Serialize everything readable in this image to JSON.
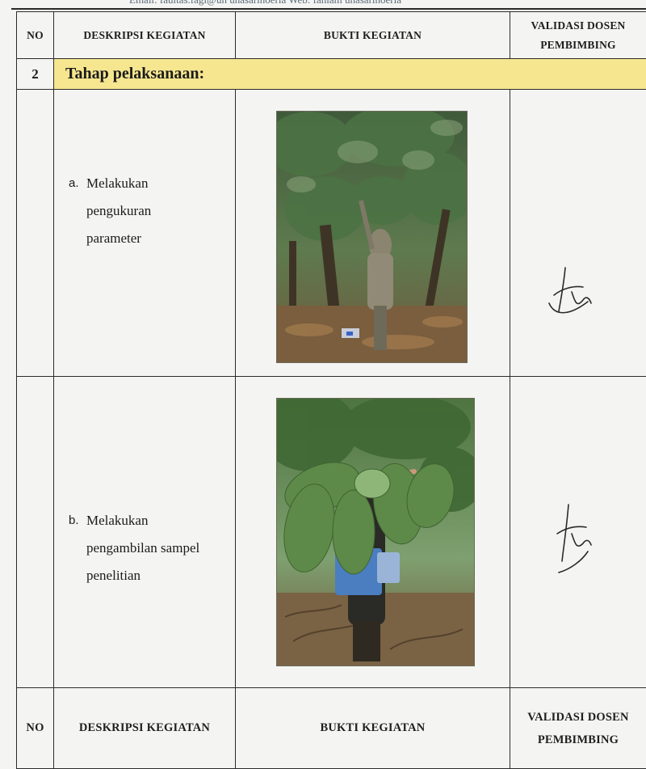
{
  "header": {
    "partial_text": "Email: faultas.fagi@un unasarinoeria Web: fahlam unasarinoeria"
  },
  "table": {
    "columns": [
      "NO",
      "DESKRIPSI KEGIATAN",
      "BUKTI KEGIATAN",
      "VALIDASI DOSEN PEMBIMBING"
    ],
    "section": {
      "no": "2",
      "title": "Tahap pelaksanaan:"
    },
    "rows": [
      {
        "letter": "a.",
        "lines": [
          "Melakukan",
          "pengukuran",
          "parameter"
        ],
        "photo": "photo-person-measuring-cocoa-tree",
        "signature": "signature-mark"
      },
      {
        "letter": "b.",
        "lines": [
          "Melakukan",
          "pengambilan sampel",
          "penelitian"
        ],
        "photo": "photo-person-holding-cocoa-leaves",
        "signature": "signature-mark"
      }
    ],
    "repeat_header": [
      "NO",
      "DESKRIPSI KEGIATAN",
      "BUKTI KEGIATAN",
      "VALIDASI DOSEN PEMBIMBING"
    ]
  },
  "colors": {
    "section_highlight": "#f6e68f",
    "border": "#2b2b2b",
    "ink": "#2a2a2a"
  }
}
